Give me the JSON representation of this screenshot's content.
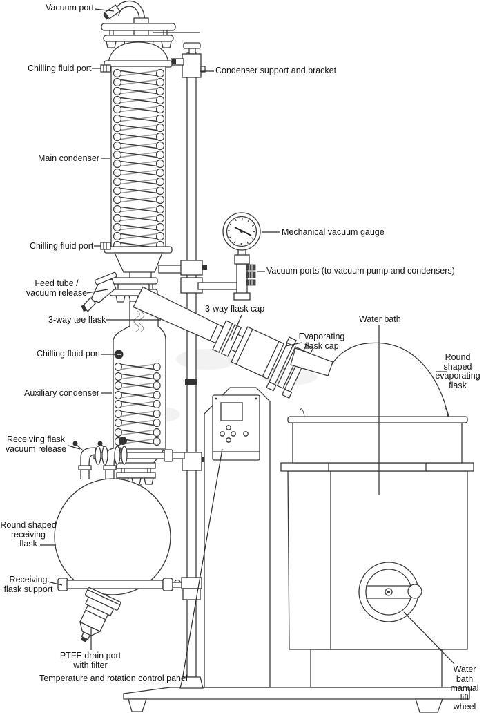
{
  "labels": {
    "vacuum_port": "Vacuum port",
    "chilling_fluid_port_top": "Chilling fluid port",
    "main_condenser": "Main condenser",
    "condenser_support": "Condenser support and bracket",
    "chilling_fluid_port_mid": "Chilling fluid port",
    "mechanical_vacuum_gauge": "Mechanical vacuum gauge",
    "vacuum_ports": "Vacuum ports (to vacuum pump and condensers)",
    "feed_tube": "Feed tube /\nvacuum release",
    "three_way_flask_cap": "3-way flask cap",
    "three_way_tee_flask": "3-way tee flask",
    "water_bath": "Water bath",
    "evaporating_flask_cap": "Evaporating\nflask cap",
    "chilling_fluid_port_aux": "Chilling fluid port",
    "round_evaporating_flask": "Round shaped\nevaporating\nflask",
    "auxiliary_condenser": "Auxiliary condenser",
    "receiving_flask_vacuum_release": "Receiving flask\nvacuum release",
    "round_receiving_flask": "Round shaped\nreceiving\nflask",
    "receiving_flask_support": "Receiving\nflask support",
    "ptfe_drain_port": "PTFE drain port\nwith filter",
    "temperature_control": "Temperature and rotation control panel",
    "water_bath_lift_wheel": "Water bath\nmanual lift\nwheel"
  },
  "colors": {
    "line": "#3a3a3a",
    "text": "#141414",
    "dark_fill": "#333333",
    "coil_back": "#999999",
    "background": "#ffffff"
  }
}
